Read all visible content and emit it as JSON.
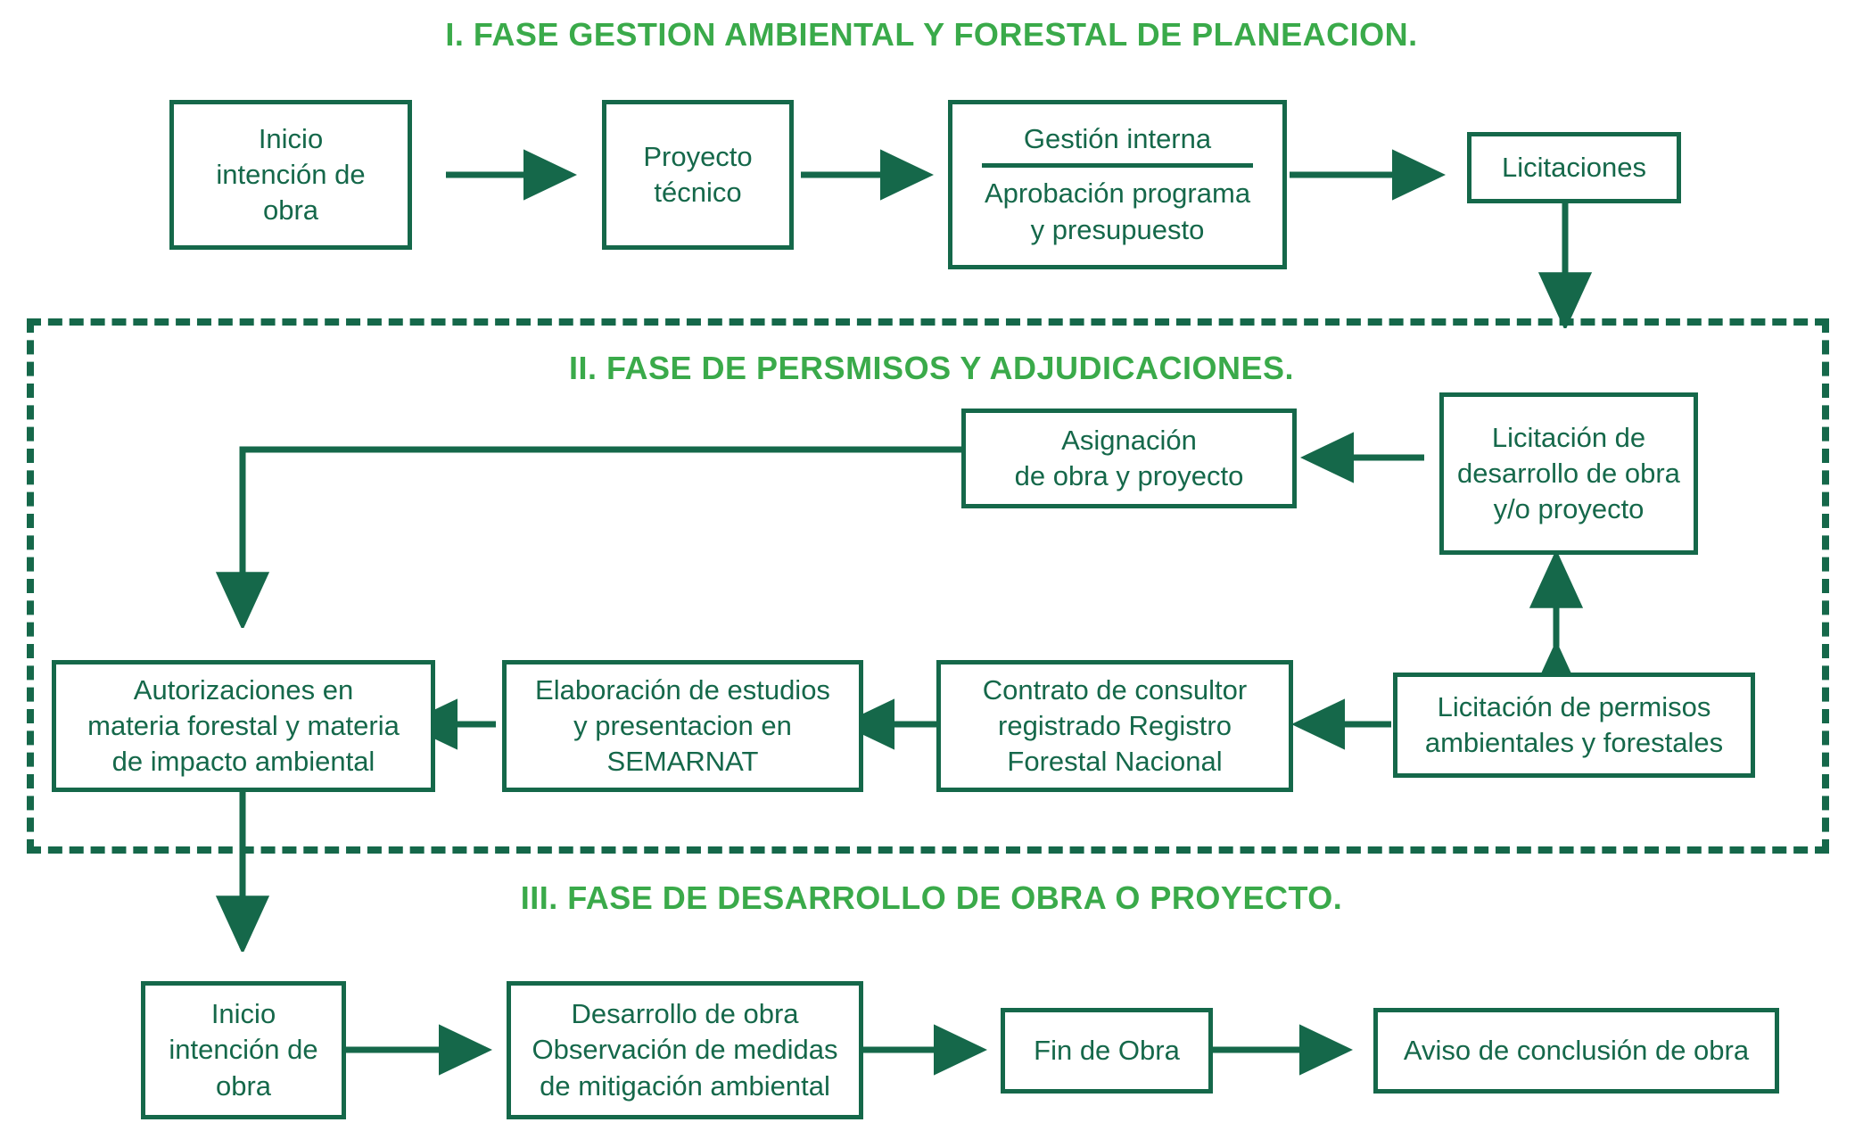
{
  "meta": {
    "title": "Diagrama de fases de gestión ambiental y forestal de obra",
    "accent_title_color": "#3aaa4a",
    "node_color": "#15684a",
    "background": "#ffffff"
  },
  "phases": [
    {
      "id": "phase-1",
      "label": "I. FASE GESTION AMBIENTAL Y FORESTAL DE PLANEACION."
    },
    {
      "id": "phase-2",
      "label": "II. FASE DE PERSMISOS Y ADJUDICACIONES."
    },
    {
      "id": "phase-3",
      "label": "III. FASE DE DESARROLLO DE OBRA O PROYECTO."
    }
  ],
  "nodes": {
    "inicio_intencion_obra_1": {
      "lines": [
        "Inicio",
        "intención de",
        "obra"
      ]
    },
    "proyecto_tecnico": {
      "lines": [
        "Proyecto",
        "técnico"
      ]
    },
    "gestion_interna": {
      "top_lines": [
        "Gestión interna"
      ],
      "bottom_lines": [
        "Aprobación programa",
        "y presupuesto"
      ]
    },
    "licitaciones": {
      "lines": [
        "Licitaciones"
      ]
    },
    "licitacion_desarrollo": {
      "lines": [
        "Licitación de",
        "desarrollo de obra",
        "y/o proyecto"
      ]
    },
    "asignacion_obra_proyecto": {
      "lines": [
        "Asignación",
        "de obra y proyecto"
      ]
    },
    "licitacion_permisos": {
      "lines": [
        "Licitación de permisos",
        "ambientales y forestales"
      ]
    },
    "contrato_consultor": {
      "lines": [
        "Contrato de consultor",
        "registrado Registro",
        "Forestal Nacional"
      ]
    },
    "elaboracion_estudios": {
      "lines": [
        "Elaboración de estudios",
        "y presentacion en",
        "SEMARNAT"
      ]
    },
    "autorizaciones": {
      "lines": [
        "Autorizaciones en",
        "materia forestal y materia",
        "de impacto ambiental"
      ]
    },
    "inicio_intencion_obra_2": {
      "lines": [
        "Inicio",
        "intención de",
        "obra"
      ]
    },
    "desarrollo_obra": {
      "lines": [
        "Desarrollo de obra",
        "Observación de medidas",
        "de mitigación ambiental"
      ]
    },
    "fin_de_obra": {
      "lines": [
        "Fin de Obra"
      ]
    },
    "aviso_conclusion": {
      "lines": [
        "Aviso de conclusión de obra"
      ]
    }
  },
  "connectors": [
    {
      "id": "c1",
      "from": "inicio_intencion_obra_1",
      "to": "proyecto_tecnico",
      "kind": "arrow-right"
    },
    {
      "id": "c2",
      "from": "proyecto_tecnico",
      "to": "gestion_interna",
      "kind": "arrow-right"
    },
    {
      "id": "c3",
      "from": "gestion_interna",
      "to": "licitaciones",
      "kind": "arrow-right"
    },
    {
      "id": "c4",
      "from": "licitaciones",
      "to": "phase-2",
      "kind": "arrow-down"
    },
    {
      "id": "c5",
      "from": "licitacion_desarrollo",
      "to": "asignacion_obra_proyecto",
      "kind": "arrow-left"
    },
    {
      "id": "c6",
      "from": "asignacion_obra_proyecto",
      "to": "autorizaciones",
      "kind": "elbow-left-down"
    },
    {
      "id": "c7",
      "from": "licitacion_desarrollo",
      "to": "licitacion_permisos",
      "kind": "arrow-double-vertical"
    },
    {
      "id": "c8",
      "from": "licitacion_permisos",
      "to": "contrato_consultor",
      "kind": "arrow-left"
    },
    {
      "id": "c9",
      "from": "contrato_consultor",
      "to": "elaboracion_estudios",
      "kind": "arrow-left"
    },
    {
      "id": "c10",
      "from": "elaboracion_estudios",
      "to": "autorizaciones",
      "kind": "arrow-left"
    },
    {
      "id": "c11",
      "from": "autorizaciones",
      "to": "inicio_intencion_obra_2",
      "kind": "arrow-down"
    },
    {
      "id": "c12",
      "from": "inicio_intencion_obra_2",
      "to": "desarrollo_obra",
      "kind": "arrow-right"
    },
    {
      "id": "c13",
      "from": "desarrollo_obra",
      "to": "fin_de_obra",
      "kind": "arrow-right"
    },
    {
      "id": "c14",
      "from": "fin_de_obra",
      "to": "aviso_conclusion",
      "kind": "arrow-right"
    }
  ]
}
